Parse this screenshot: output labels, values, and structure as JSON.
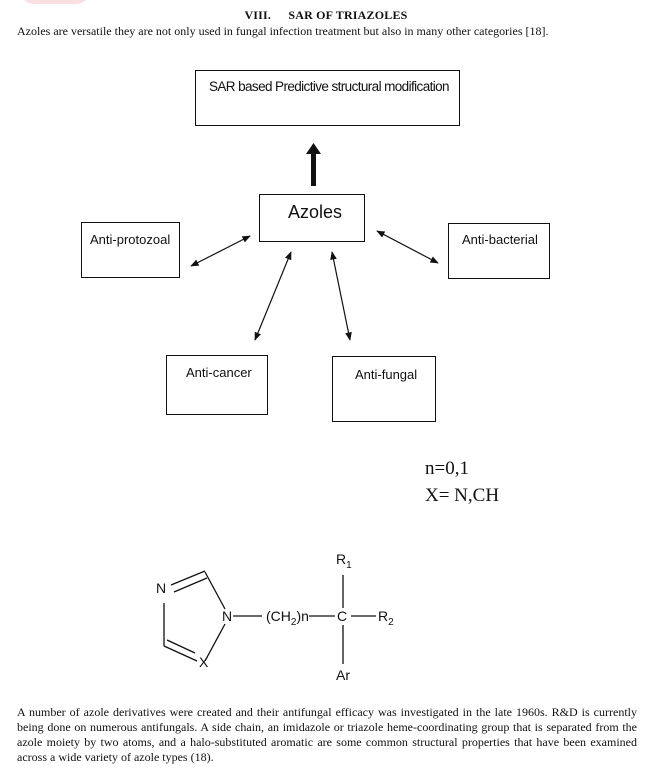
{
  "section": {
    "number": "VIII.",
    "title": "SAR OF TRIAZOLES"
  },
  "intro_text": "Azoles are versatile they are not only used in fungal infection treatment but also in many other categories [18].",
  "diagram": {
    "top_box": "SAR based Predictive structural modification",
    "center_box": "Azoles",
    "activities": {
      "left": "Anti-protozoal",
      "right": "Anti-bacterial",
      "bottom_left": "Anti-cancer",
      "bottom_right": "Anti-fungal"
    }
  },
  "structure": {
    "params": [
      "n=0,1",
      "X= N,CH"
    ],
    "atoms": {
      "n_ring_top": "N",
      "n_ring_link": "N",
      "x_ring": "X",
      "chain_core": "(CH",
      "chain_sub": "2",
      "chain_tail": ")n",
      "carbon": "C",
      "r1_main": "R",
      "r1_sub": "1",
      "r2_main": "R",
      "r2_sub": "2",
      "ar": "Ar"
    }
  },
  "footer_text": "A number of azole derivatives were created and their antifungal efficacy was investigated in the late 1960s. R&D is currently being done on numerous antifungals. A side chain, an imidazole or triazole heme-coordinating group that is separated from the azole moiety by two atoms, and a halo-substituted aromatic are some common structural properties that have been examined across a wide variety of azole types (18)."
}
